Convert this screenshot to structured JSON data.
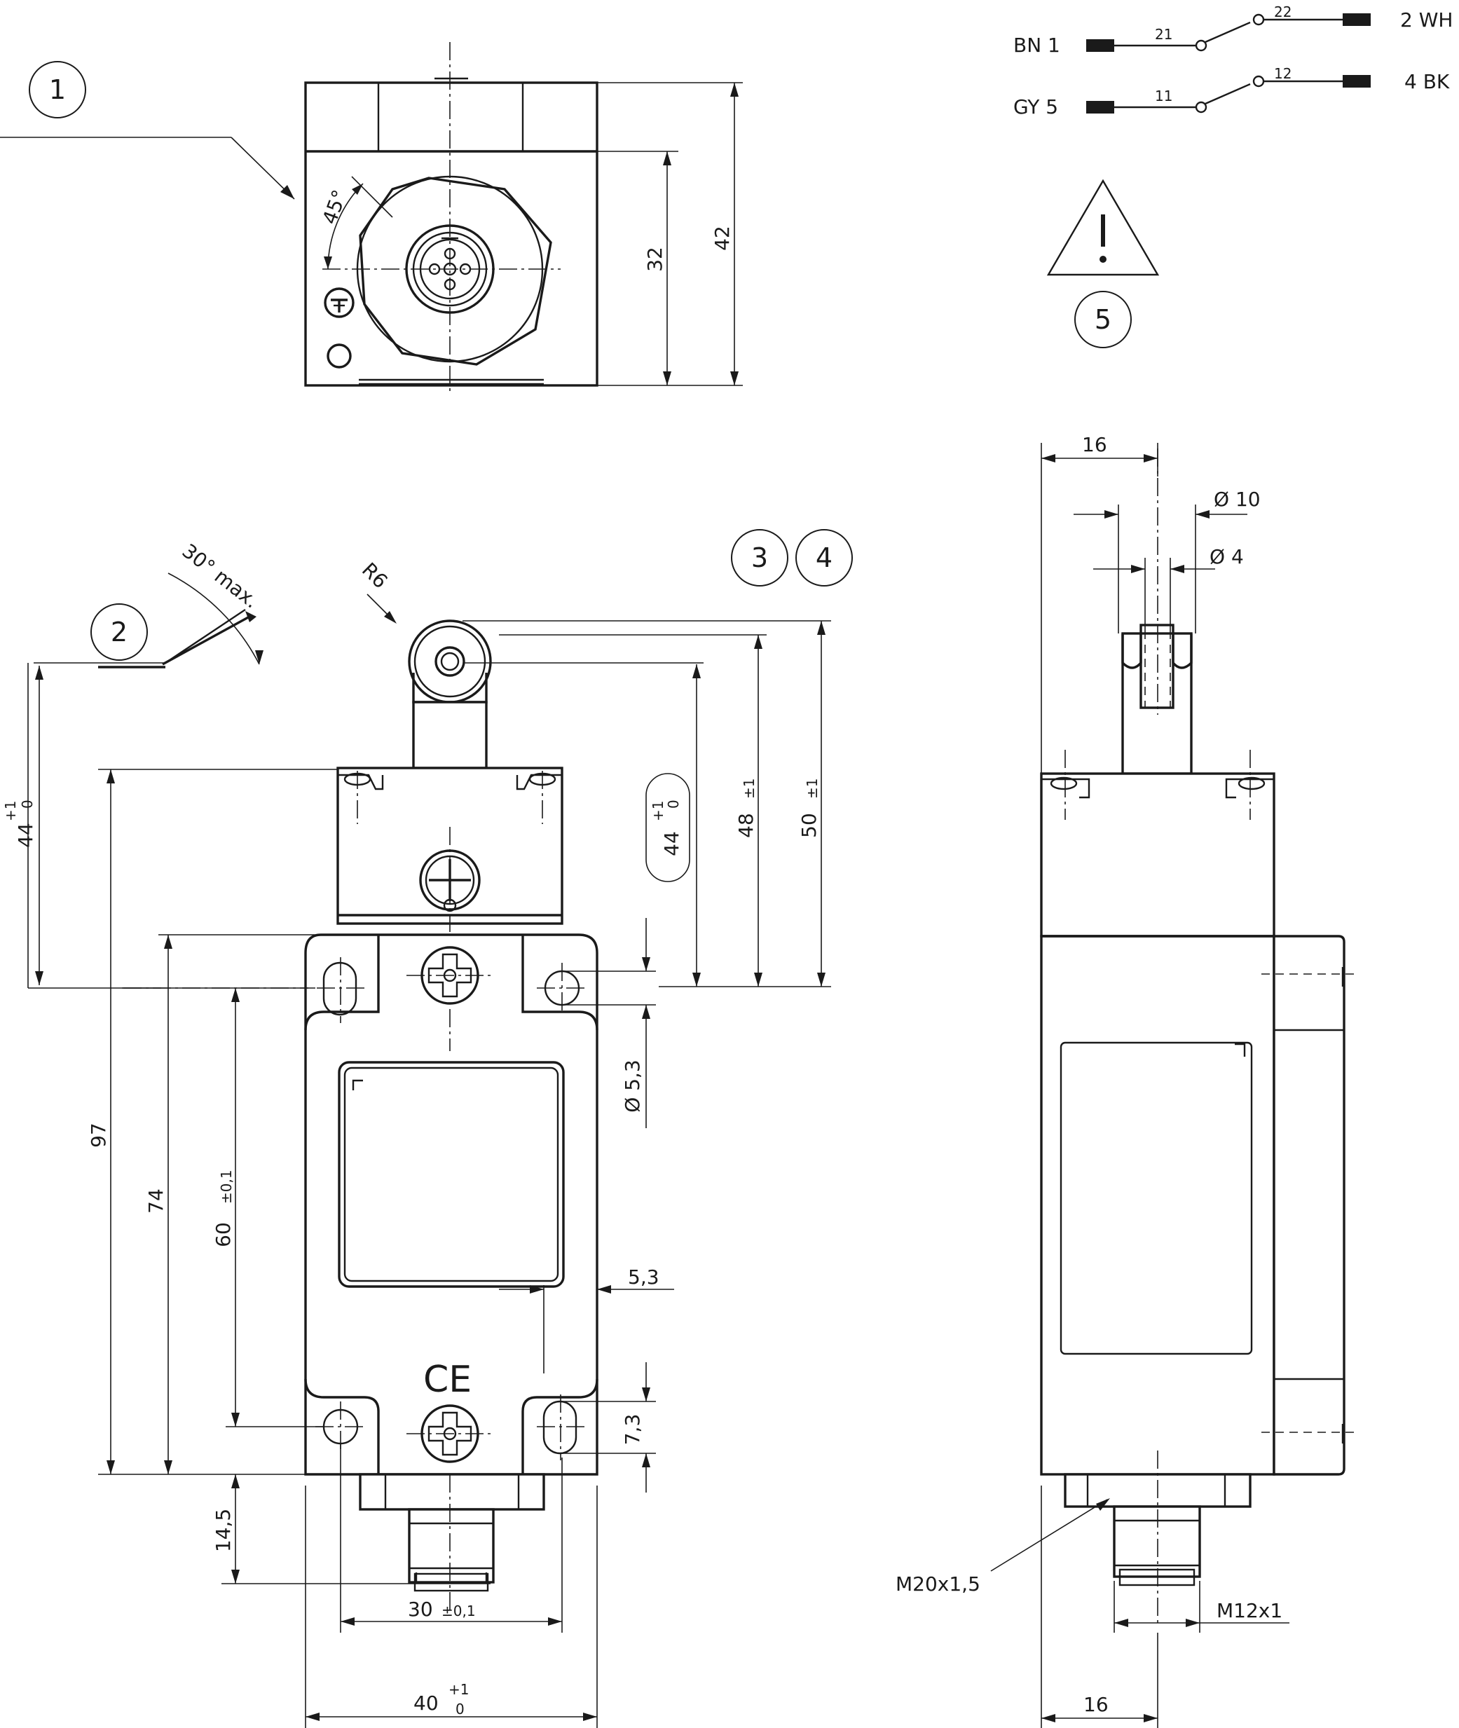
{
  "callouts": {
    "c1": "1",
    "c2": "2",
    "c3": "3",
    "c4": "4",
    "c5": "5"
  },
  "wiring": {
    "wire1_left": "BN 1",
    "wire1_right": "2 WH",
    "contact1_in": "21",
    "contact1_out": "22",
    "wire2_left": "GY 5",
    "wire2_right": "4 BK",
    "contact2_in": "11",
    "contact2_out": "12"
  },
  "warning_symbol": "warning-triangle-icon",
  "top_view": {
    "angle": "45°",
    "dim_32": "32",
    "dim_42": "42"
  },
  "front_view": {
    "actuator_angle": "30° max.",
    "roller_radius": "R6",
    "dim_44": "44",
    "tol_44_upper": "+1",
    "tol_44_lower": "0",
    "dim_44b": "44",
    "tol_44b_upper": "+1",
    "tol_44b_lower": "0",
    "dim_48": "48",
    "tol_48": "±1",
    "dim_50": "50",
    "tol_50": "±1",
    "dim_97": "97",
    "dim_74": "74",
    "dim_60": "60",
    "tol_60": "±0,1",
    "hole_dia": "Ø 5,3",
    "dim_5_3": "5,3",
    "dim_7_3": "7,3",
    "dim_14_5": "14,5",
    "dim_30": "30",
    "tol_30": "±0,1",
    "dim_40": "40",
    "tol_40_upper": "+1",
    "tol_40_lower": "0",
    "ce_mark": "CE"
  },
  "side_view": {
    "dim_16_top": "16",
    "dia_10": "Ø 10",
    "dia_4": "Ø 4",
    "thread_m20": "M20x1,5",
    "thread_m12": "M12x1",
    "dim_16_bottom": "16"
  }
}
